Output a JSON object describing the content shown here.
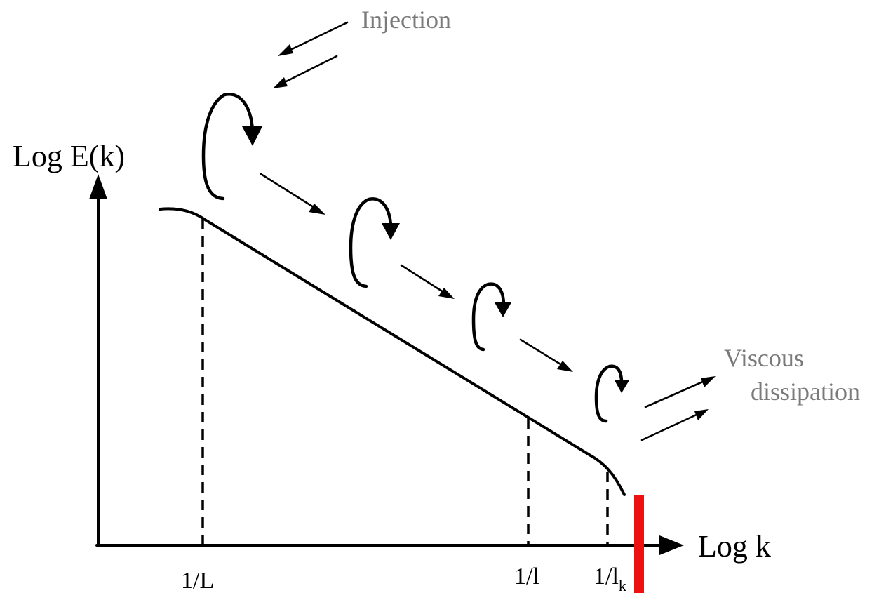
{
  "axes": {
    "y_title": "Log E(k)",
    "x_title": "Log k"
  },
  "ticks": {
    "large_scale": "1/L",
    "small_scale": "1/l",
    "kolmogorov_base": "1/l",
    "kolmogorov_sub": "k"
  },
  "annotations": {
    "injection": "Injection",
    "viscous_line1": "Viscous",
    "viscous_line2": "dissipation"
  },
  "colors": {
    "line": "#000000",
    "annotation_text": "#7a7a7a",
    "marker": "#ee1111"
  }
}
